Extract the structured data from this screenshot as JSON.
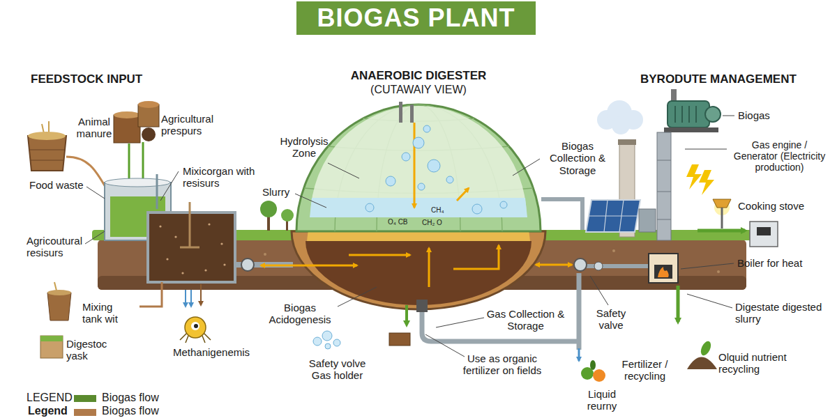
{
  "diagram": {
    "title": "BIOGAS PLANT",
    "labels": [
      "FEEDSTOCK INPUT",
      "ANAEROBIC DIGESTER",
      "(CUTAWAIY VIEW)",
      "BYRODUTE MANAGEMENT",
      "Animal manure",
      "Agricultural prespurs",
      "Hydrolysis Zone",
      "Biogas Collection & Storage",
      "Biogas",
      "Gas engine / Generator (Electricity production)",
      "Mixicorgan with resisurs",
      "Food waste",
      "Slurry",
      "CH₄",
      "O₄ CB",
      "CH₂ O",
      "Cooking stove",
      "Agricoutural resisurs",
      "Boiler for heat",
      "Mixing tank wit",
      "Biogas Acidogenesis",
      "Gas Collection & Storage",
      "Safety valve",
      "Digestate digested slurry",
      "Digestoc yask",
      "Methanigenemis",
      "Safety volve Gas holder",
      "Use as organic fertilizer on fields",
      "Fertilizer / recycling",
      "Olquid nutrient recycling",
      "Liquid reurny",
      "LEGEND",
      "Legend"
    ],
    "legend": [
      {
        "text": "Biogas flow",
        "color": "#5a8a2e"
      },
      {
        "text": "Biogas flow",
        "color": "#b07a4a"
      }
    ]
  }
}
